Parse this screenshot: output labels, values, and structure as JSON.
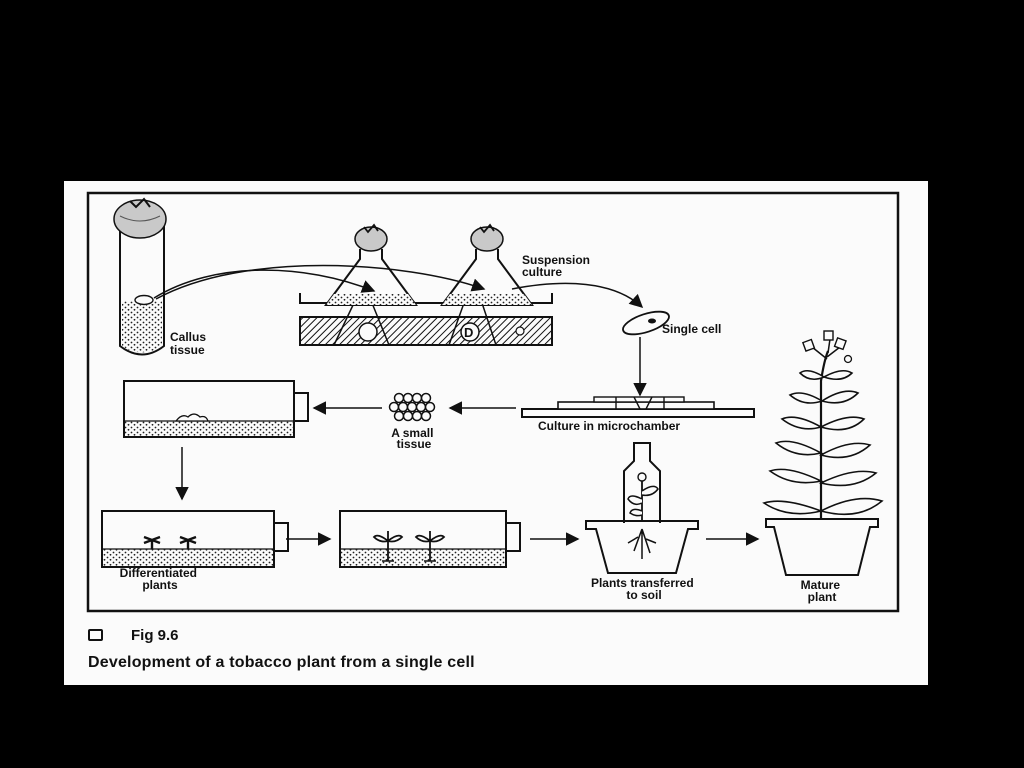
{
  "labels": {
    "suspension_culture": [
      "Suspension",
      "culture"
    ],
    "callus_tissue": [
      "Callus",
      "tissue"
    ],
    "single_cell": "Single cell",
    "culture_in_microchamber": "Culture in microchamber",
    "small_tissue": [
      "A small",
      "tissue"
    ],
    "differentiated_plants": [
      "Differentiated",
      "plants"
    ],
    "plants_transferred": [
      "Plants transferred",
      "to soil"
    ],
    "mature_plant": [
      "Mature",
      "plant"
    ]
  },
  "caption": {
    "figure_number": "Fig 9.6",
    "title": "Development of a tobacco plant from a single cell"
  },
  "colors": {
    "background": "#000000",
    "sheet": "#fbfbfb",
    "ink": "#111111"
  }
}
